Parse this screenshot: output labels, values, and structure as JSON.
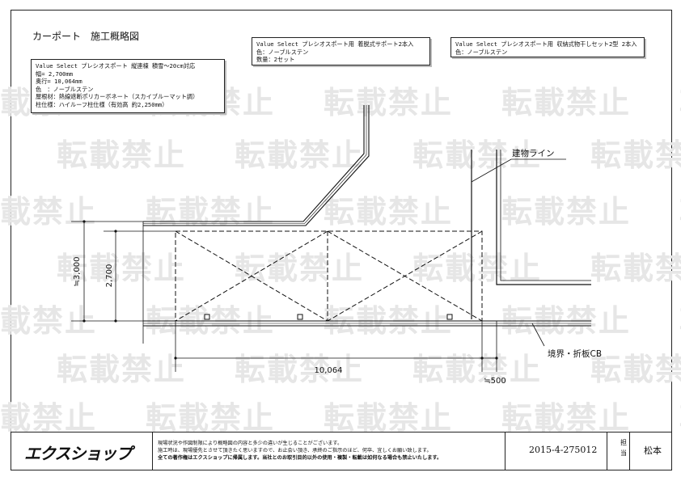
{
  "title": "カーポート　施工概略図",
  "spec_main": {
    "lines": [
      "Value Select プレシオスポート 縦連棟 積雪～20cm対応",
      "幅= 2,700mm",
      "奥行= 10,064mm",
      "色　：ノーブルステン",
      "屋根材：熱線遮断ポリカーボネート（スカイブルーマット調）",
      "柱仕様：ハイルーフ柱仕様（有効高 約2,250mm）"
    ]
  },
  "spec_support": {
    "lines": [
      "Value Select プレシオスポート用 着脱式サポート2本入",
      "色：ノーブルステン",
      "数量：2セット"
    ]
  },
  "spec_dryer": {
    "lines": [
      "Value Select プレシオスポート用 収納式物干しセット2型 2本入",
      "色：ノーブルステン"
    ]
  },
  "labels": {
    "building_line": "建物ライン",
    "boundary": "境界・折板CB"
  },
  "dimensions": {
    "depth_total": "≒3,000",
    "width": "2,700",
    "length": "10,064",
    "offset": "≒500"
  },
  "watermark": "転載禁止",
  "footer": {
    "logo": "エクスショップ",
    "notes": [
      "現場状況や作図制限により概略図の内容と多少の違いが生じることがございます。",
      "施工時は、現場優先とさせて頂きたく思いますので、お止会い頂き、承終のご指示のほど、何卒、宜しくお願い致します。",
      "全ての著作権はエクスショップに帰属します。当社とのお取引目的以外の使用・複製・転載は如何なる場合も禁止いたします。"
    ],
    "code": "2015-4-275012",
    "tanto_label": "担当",
    "person": "松本"
  }
}
